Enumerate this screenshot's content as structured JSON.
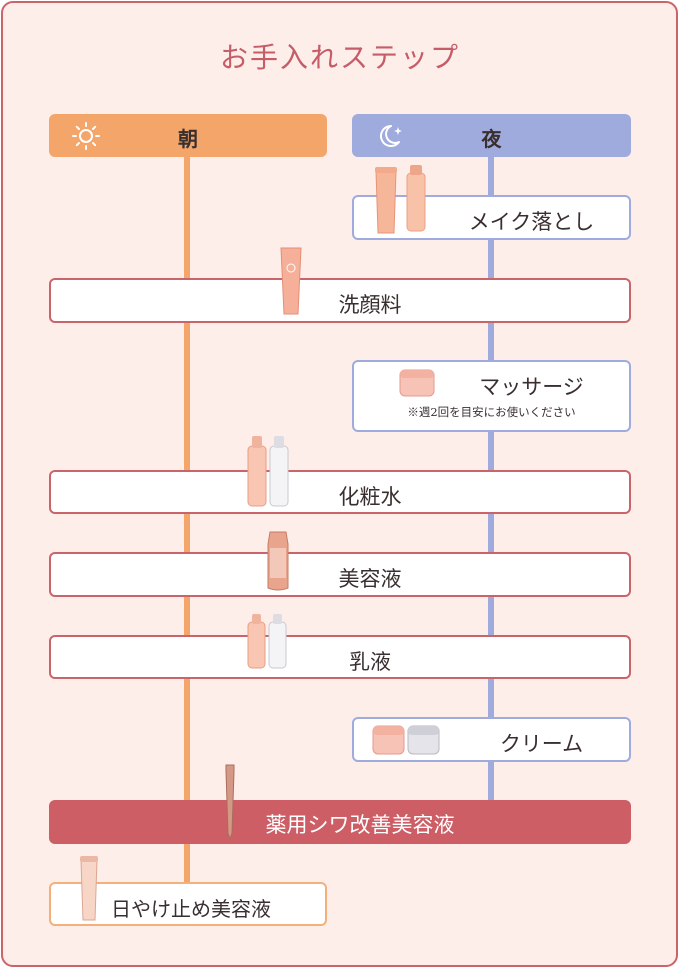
{
  "title": "お手入れステップ",
  "headers": {
    "morning": {
      "label": "朝",
      "icon": "sun-icon",
      "color": "#f3a56a"
    },
    "night": {
      "label": "夜",
      "icon": "moon-star-icon",
      "color": "#9fabdd"
    }
  },
  "steps": {
    "makeup_remover": {
      "label": "メイク落とし"
    },
    "cleanser": {
      "label": "洗顔料"
    },
    "massage": {
      "label": "マッサージ",
      "note": "※週2回を目安にお使いください"
    },
    "lotion": {
      "label": "化粧水"
    },
    "serum": {
      "label": "美容液"
    },
    "emulsion": {
      "label": "乳液"
    },
    "cream": {
      "label": "クリーム"
    },
    "wrinkle_serum": {
      "label": "薬用シワ改善美容液"
    },
    "sunscreen": {
      "label": "日やけ止め美容液"
    }
  },
  "colors": {
    "accent": "#c9646b",
    "morning": "#f3a56a",
    "night": "#9fabdd",
    "background": "#fdeeea"
  }
}
